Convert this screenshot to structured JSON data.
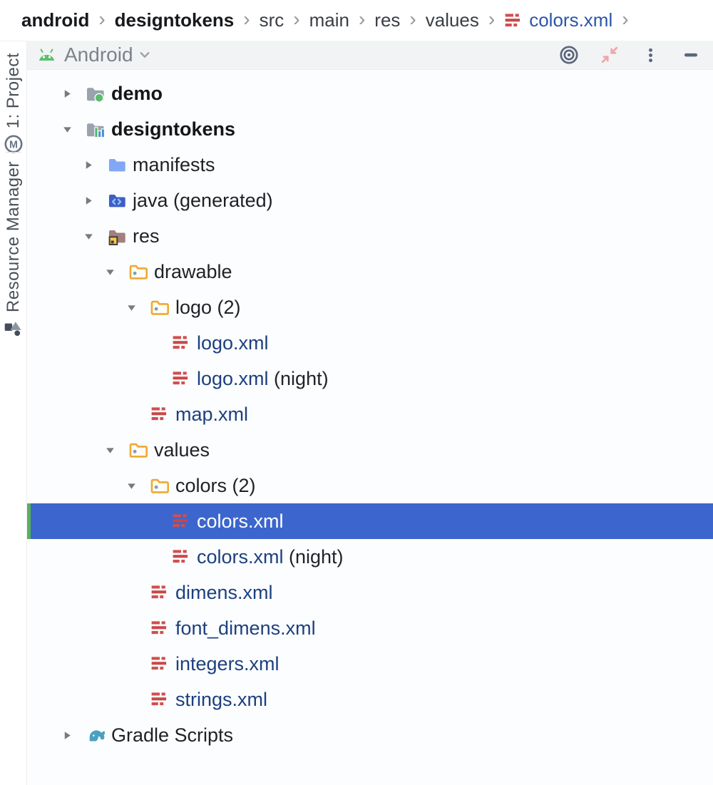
{
  "breadcrumb": {
    "separator": "›",
    "items": [
      {
        "label": "android",
        "style": "bold"
      },
      {
        "label": "designtokens",
        "style": "bold"
      },
      {
        "label": "src",
        "style": "normal"
      },
      {
        "label": "main",
        "style": "normal"
      },
      {
        "label": "res",
        "style": "normal"
      },
      {
        "label": "values",
        "style": "normal"
      },
      {
        "label": "colors.xml",
        "style": "file",
        "icon": "xml-file"
      }
    ]
  },
  "left_stripe": {
    "buttons": [
      {
        "label": "1: Project",
        "icon": "project-m"
      },
      {
        "label": "Resource Manager",
        "icon": "resource-manager"
      }
    ]
  },
  "toolwindow": {
    "title": "Android",
    "title_icon": "android-logo",
    "dropdown_icon": "chevron-down",
    "actions": [
      {
        "name": "select-opened-file",
        "icon": "target"
      },
      {
        "name": "collapse-all",
        "icon": "collapse-arrows"
      },
      {
        "name": "more-options",
        "icon": "kebab"
      },
      {
        "name": "hide-tool-window",
        "icon": "minimize"
      }
    ]
  },
  "tree": {
    "rows": [
      {
        "label": "demo",
        "level": 0,
        "arrow": "collapsed",
        "icon": "module-folder-dot",
        "bold": true
      },
      {
        "label": "designtokens",
        "level": 0,
        "arrow": "expanded",
        "icon": "module-folder-chart",
        "bold": true
      },
      {
        "label": "manifests",
        "level": 1,
        "arrow": "collapsed",
        "icon": "folder-blue"
      },
      {
        "label": "java (generated)",
        "level": 1,
        "arrow": "collapsed",
        "icon": "folder-java"
      },
      {
        "label": "res",
        "level": 1,
        "arrow": "expanded",
        "icon": "folder-res"
      },
      {
        "label": "drawable",
        "level": 2,
        "arrow": "expanded",
        "icon": "folder-resource"
      },
      {
        "label": "logo (2)",
        "level": 3,
        "arrow": "expanded",
        "icon": "folder-resource"
      },
      {
        "label": "logo.xml",
        "level": 4,
        "arrow": "none",
        "icon": "xml-file",
        "file": true
      },
      {
        "label": "logo.xml",
        "suffix": " (night)",
        "level": 4,
        "arrow": "none",
        "icon": "xml-file",
        "file": true
      },
      {
        "label": "map.xml",
        "level": 3,
        "arrow": "none",
        "icon": "xml-file",
        "file": true
      },
      {
        "label": "values",
        "level": 2,
        "arrow": "expanded",
        "icon": "folder-resource"
      },
      {
        "label": "colors (2)",
        "level": 3,
        "arrow": "expanded",
        "icon": "folder-resource"
      },
      {
        "label": "colors.xml",
        "level": 4,
        "arrow": "none",
        "icon": "xml-file",
        "file": true,
        "selected": true
      },
      {
        "label": "colors.xml",
        "suffix": " (night)",
        "level": 4,
        "arrow": "none",
        "icon": "xml-file",
        "file": true
      },
      {
        "label": "dimens.xml",
        "level": 3,
        "arrow": "none",
        "icon": "xml-file",
        "file": true
      },
      {
        "label": "font_dimens.xml",
        "level": 3,
        "arrow": "none",
        "icon": "xml-file",
        "file": true
      },
      {
        "label": "integers.xml",
        "level": 3,
        "arrow": "none",
        "icon": "xml-file",
        "file": true
      },
      {
        "label": "strings.xml",
        "level": 3,
        "arrow": "none",
        "icon": "xml-file",
        "file": true
      },
      {
        "label": "Gradle Scripts",
        "level": 0,
        "arrow": "collapsed",
        "icon": "gradle"
      }
    ]
  },
  "colors": {
    "selection_background": "#3c66cd",
    "selection_marker_green": "#5ab05a",
    "file_name_text": "#1c4080",
    "tree_text": "#1e2126",
    "xml_icon_red": "#d04f4f",
    "resource_folder_yellow": "#f0a832",
    "header_background": "#f2f3f5",
    "header_title_text": "#7d828b",
    "collapse_icon_pink": "#efa6a6",
    "action_icon_slate": "#59657a"
  }
}
